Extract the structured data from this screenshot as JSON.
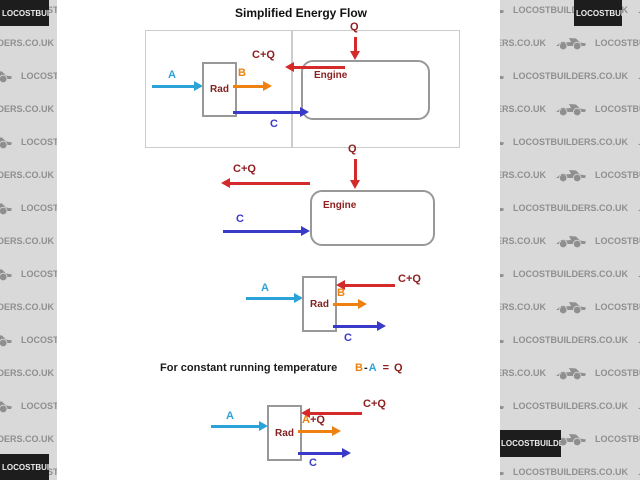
{
  "title": "Simplified Energy Flow",
  "watermark": {
    "text": "LOCOSTBUILDERS.CO.UK"
  },
  "colors": {
    "flow-a": "#2ba3d8",
    "flow-b": "#ee8110",
    "flow-hot": "#d42a2a",
    "label-hot": "#8e2020",
    "flow-c": "#3a3ac8",
    "box-border": "#989898",
    "frame-border": "#cccccc",
    "wm-bg": "#d9d9d9",
    "wm-fg": "#8f8f8f",
    "wm-tile-bg": "#1d1d1d",
    "wm-tile-fg": "#ededed",
    "rad-text": "#802020",
    "text": "#1a1a1a"
  },
  "diagram_top": {
    "rad": "Rad",
    "engine": "Engine",
    "label_a": "A",
    "label_b": "B",
    "label_cq": "C+Q",
    "label_q": "Q",
    "label_c": "C"
  },
  "diagram_engine": {
    "engine": "Engine",
    "label_q": "Q",
    "label_cq": "C+Q",
    "label_c": "C"
  },
  "diagram_rad": {
    "rad": "Rad",
    "label_a": "A",
    "label_b": "B",
    "label_cq": "C+Q",
    "label_c": "C"
  },
  "equation": {
    "statement": "For constant running temperature",
    "b": "B",
    "minus": "-",
    "a": "A",
    "equals": "=",
    "q": "Q"
  },
  "diagram_rad_balanced": {
    "rad": "Rad",
    "label_a": "A",
    "label_aq_a": "A",
    "label_aq_q": "+Q",
    "label_cq": "C+Q",
    "label_c": "C"
  }
}
